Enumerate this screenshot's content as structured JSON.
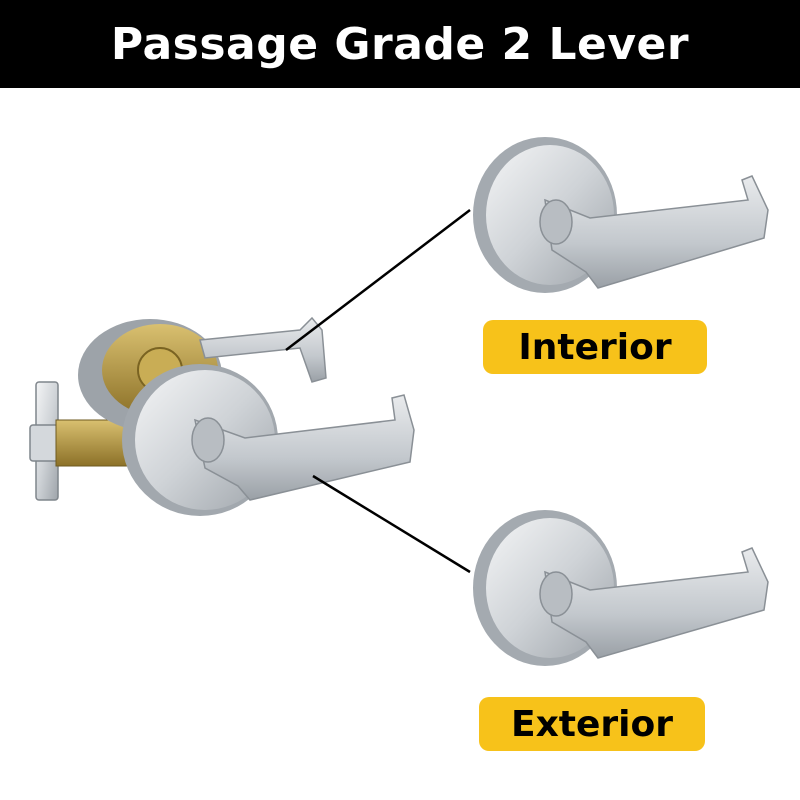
{
  "header": {
    "title": "Passage Grade 2 Lever"
  },
  "labels": {
    "interior": "Interior",
    "exterior": "Exterior"
  },
  "colors": {
    "header_bg": "#000000",
    "header_text": "#ffffff",
    "label_bg": "#f7c21a",
    "label_text": "#000000",
    "chrome_light": "#e6e8ea",
    "chrome_mid": "#bfc4c9",
    "chrome_dark": "#8f959b",
    "brass": "#b89a3c"
  },
  "icons": {
    "assembled": "door-lever-assembly-icon",
    "interior": "interior-lever-icon",
    "exterior": "exterior-lever-icon"
  }
}
